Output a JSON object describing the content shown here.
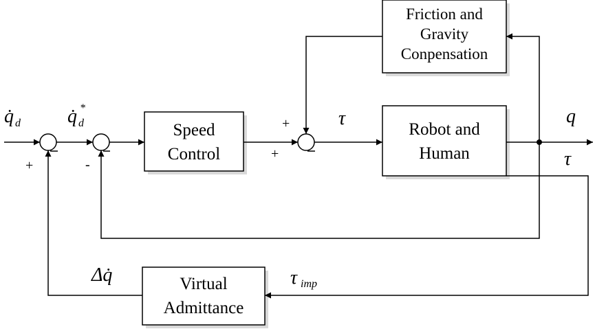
{
  "blocks": {
    "friction": {
      "lines": [
        "Friction and",
        "Gravity",
        "Conpensation"
      ]
    },
    "speed": {
      "lines": [
        "Speed",
        "Control"
      ]
    },
    "robot": {
      "lines": [
        "Robot and",
        "Human"
      ]
    },
    "admittance": {
      "lines": [
        "Virtual",
        "Admittance"
      ]
    }
  },
  "signals": {
    "qd_dot": {
      "base": "q̇",
      "sub": "d"
    },
    "qd_star": {
      "base": "q̇",
      "sub": "d",
      "sup": "*"
    },
    "tau": "τ",
    "q": "q",
    "tau_out": "τ",
    "tau_imp": {
      "base": "τ",
      "sub": "imp"
    },
    "delta_q": "Δq̇"
  },
  "signs": {
    "sum1_left": "+",
    "sum2_bottom": "-",
    "sum3_top": "+",
    "sum3_bottom": "+"
  },
  "colors": {
    "line": "#000000",
    "box_shadow": "#d9d9d9"
  }
}
